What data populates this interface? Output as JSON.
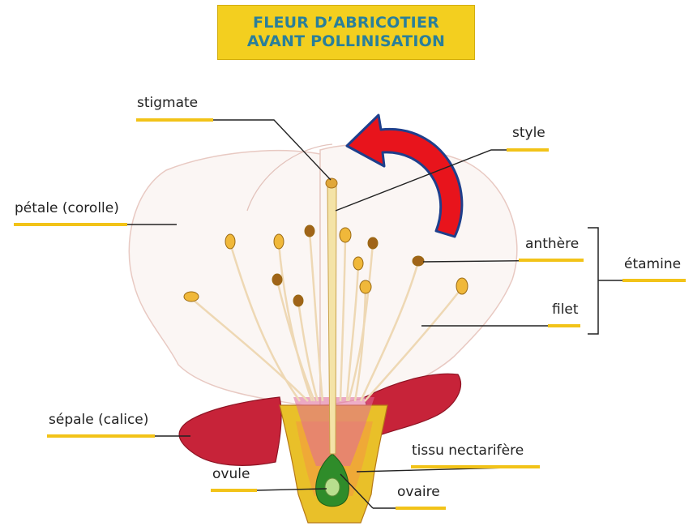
{
  "title": {
    "line1": "FLEUR D’ABRICOTIER",
    "line2": "AVANT POLLINISATION"
  },
  "labels": {
    "stigmate": "stigmate",
    "style": "style",
    "petale": "pétale (corolle)",
    "anthere": "anthère",
    "etamine": "étamine",
    "filet": "filet",
    "sepale": "sépale (calice)",
    "tissu": "tissu nectarifère",
    "ovule": "ovule",
    "ovaire": "ovaire"
  },
  "colors": {
    "title_bg": "#f3cf1f",
    "title_text": "#2a7f9a",
    "label_underline": "#f2c318",
    "arrow_fill": "#e8141c",
    "arrow_outline": "#1e3f8c",
    "petal": "#fbf6f4",
    "sepal": "#c72339",
    "receptacle": "#e9c029",
    "ovary": "#2f8c2a"
  },
  "arrow_icon": "curved-arrow-icon"
}
